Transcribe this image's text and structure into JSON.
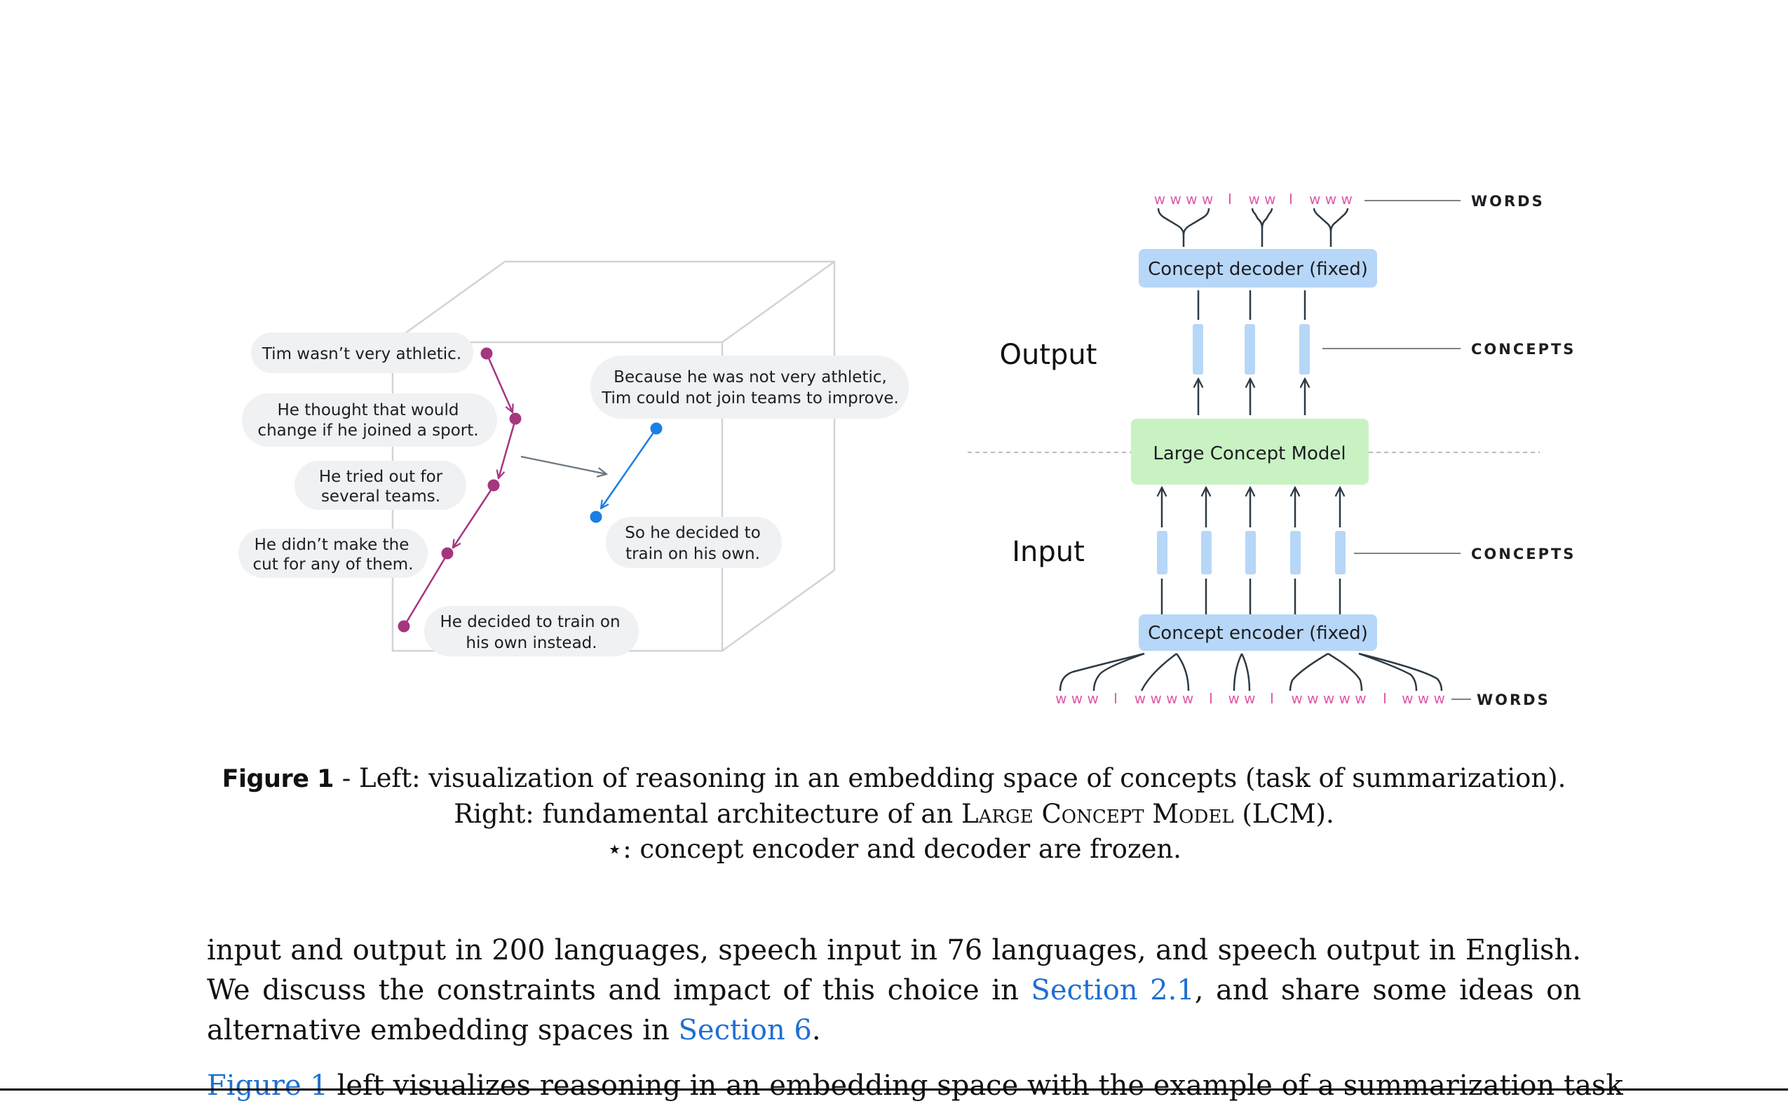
{
  "figure": {
    "left": {
      "bubbles_left": [
        [
          "Tim wasn’t very athletic."
        ],
        [
          "He thought that would",
          "change if he joined a sport."
        ],
        [
          "He tried out for",
          "several teams."
        ],
        [
          "He didn’t make the",
          "cut for any of them."
        ],
        [
          "He decided to train on",
          "his own instead."
        ]
      ],
      "bubbles_right": [
        [
          "Because he was not very athletic,",
          "Tim could not join teams to improve."
        ],
        [
          "So he decided to",
          "train on his own."
        ]
      ],
      "colors": {
        "input_path": "#a4377e",
        "output_path": "#1a7fe6",
        "cube": "#d0d4d8",
        "bubble": "#eff1f3"
      }
    },
    "right": {
      "output_label": "Output",
      "input_label": "Input",
      "decoder_label": "Concept decoder (fixed)",
      "lcm_label": "Large Concept Model",
      "encoder_label": "Concept encoder (fixed)",
      "words_label": "WORDS",
      "concepts_label": "CONCEPTS",
      "top_words": [
        "w w w w",
        "I",
        "w w",
        "I",
        "w w w"
      ],
      "bottom_words": [
        "w w w",
        "I",
        "w w w w",
        "I",
        "w w",
        "I",
        "w w w w w",
        "I",
        "w w w"
      ],
      "colors": {
        "box_blue": "#b7d7f8",
        "box_green": "#c9f2c3",
        "word_pink": "#e05aa8",
        "line": "#2d3a44"
      }
    }
  },
  "caption": {
    "label": "Figure 1",
    "line1": "- Left: visualization of reasoning in an embedding space of concepts (task of summarization).",
    "line2_pre": "Right: fundamental architecture of an",
    "line2_sc": "Large Concept Model",
    "line2_post": "(LCM).",
    "line3": "⋆: concept encoder and decoder are frozen."
  },
  "paragraph1": {
    "text1": "input and output in 200 languages, speech input in 76 languages, and speech output in English. We discuss the constraints and impact of this choice in",
    "ref1": "Section 2.1",
    "text2": ", and share some ideas on alternative embedding spaces in",
    "ref2": "Section 6",
    "text3": "."
  },
  "paragraph2": {
    "ref": "Figure 1",
    "text": "left visualizes reasoning in an embedding space with the example of a summarization task"
  }
}
